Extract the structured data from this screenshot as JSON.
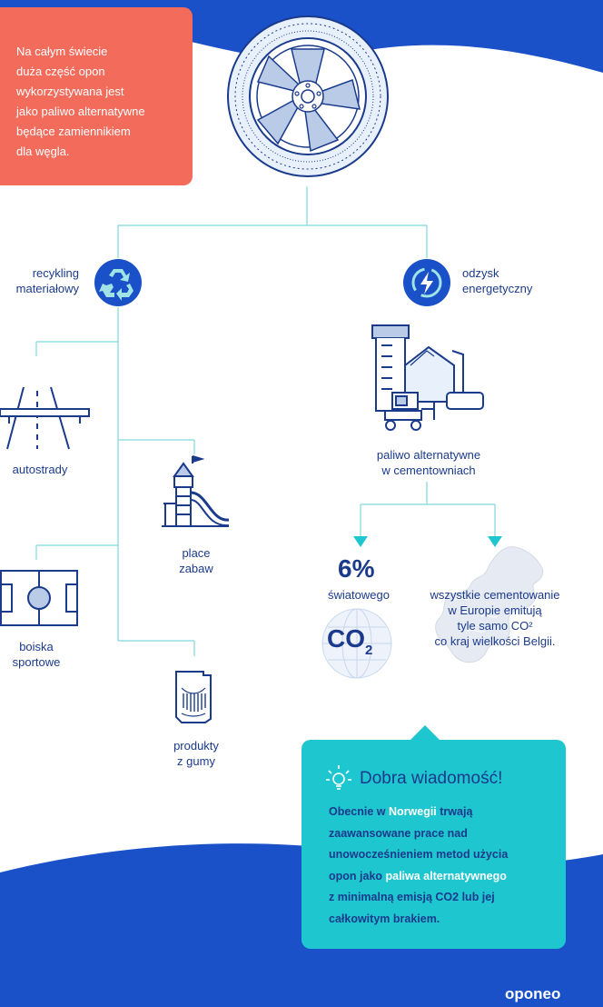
{
  "intro": {
    "lines": [
      "Na całym świecie",
      "duża część opon",
      "wykorzystywana jest",
      "jako paliwo alternatywne",
      "będące zamiennikiem",
      "dla węgla."
    ]
  },
  "branches": {
    "recycling": {
      "line1": "recykling",
      "line2": "materiałowy",
      "icon": "recycle-icon"
    },
    "energy": {
      "line1": "odzysk",
      "line2": "energetyczny",
      "icon": "energy-icon"
    }
  },
  "uses": {
    "highways": "autostrady",
    "playgrounds_1": "place",
    "playgrounds_2": "zabaw",
    "fields_1": "boiska",
    "fields_2": "sportowe",
    "rubber_1": "produkty",
    "rubber_2": "z gumy"
  },
  "cement": {
    "line1": "paliwo alternatywne",
    "line2": "w cementowniach"
  },
  "co2": {
    "percent": "6%",
    "label": "światowego",
    "co": "CO",
    "sub": "2"
  },
  "europe": {
    "line1": "wszystkie cementowanie",
    "line2": "w Europie emitują",
    "line3": "tyle samo CO²",
    "line4": "co kraj wielkości Belgii."
  },
  "news": {
    "title": "Dobra wiadomość!",
    "p1": "Obecnie w ",
    "p1_hl": "Norwegii",
    "p1_rest": " trwają",
    "l2": "zaawansowane prace nad",
    "l3": "unowocześnieniem metod użycia",
    "l4a": "opon jako ",
    "l4_hl": "paliwa alternatywnego",
    "l5": "z minimalną emisją CO2 lub jej",
    "l6": "całkowitym brakiem."
  },
  "brand": "oponeo",
  "colors": {
    "blue": "#1a50c8",
    "navy": "#1a3a8c",
    "coral": "#f26b5b",
    "teal": "#1ec6cf",
    "line": "#7fd8dc"
  }
}
